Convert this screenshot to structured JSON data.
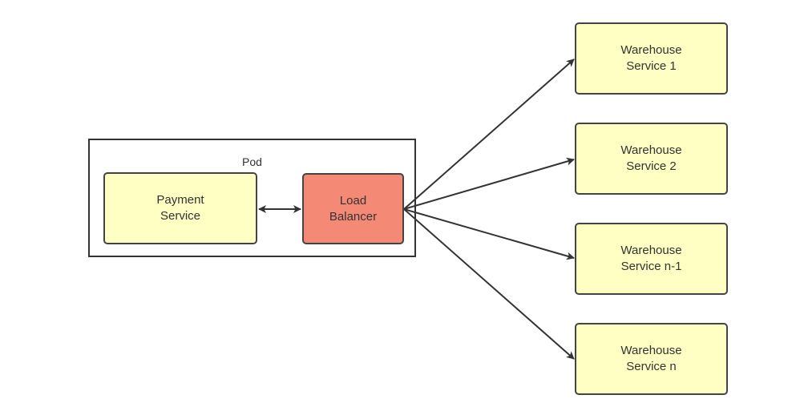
{
  "pod": {
    "label": "Pod"
  },
  "nodes": {
    "payment": {
      "line1": "Payment",
      "line2": "Service"
    },
    "load_balancer": {
      "line1": "Load",
      "line2": "Balancer"
    },
    "warehouses": [
      {
        "line1": "Warehouse",
        "line2": "Service 1"
      },
      {
        "line1": "Warehouse",
        "line2": "Service 2"
      },
      {
        "line1": "Warehouse",
        "line2": "Service n-1"
      },
      {
        "line1": "Warehouse",
        "line2": "Service n"
      }
    ]
  },
  "colors": {
    "service_fill": "#ffffc4",
    "load_balancer_fill": "#f48a76",
    "stroke": "#333333"
  }
}
